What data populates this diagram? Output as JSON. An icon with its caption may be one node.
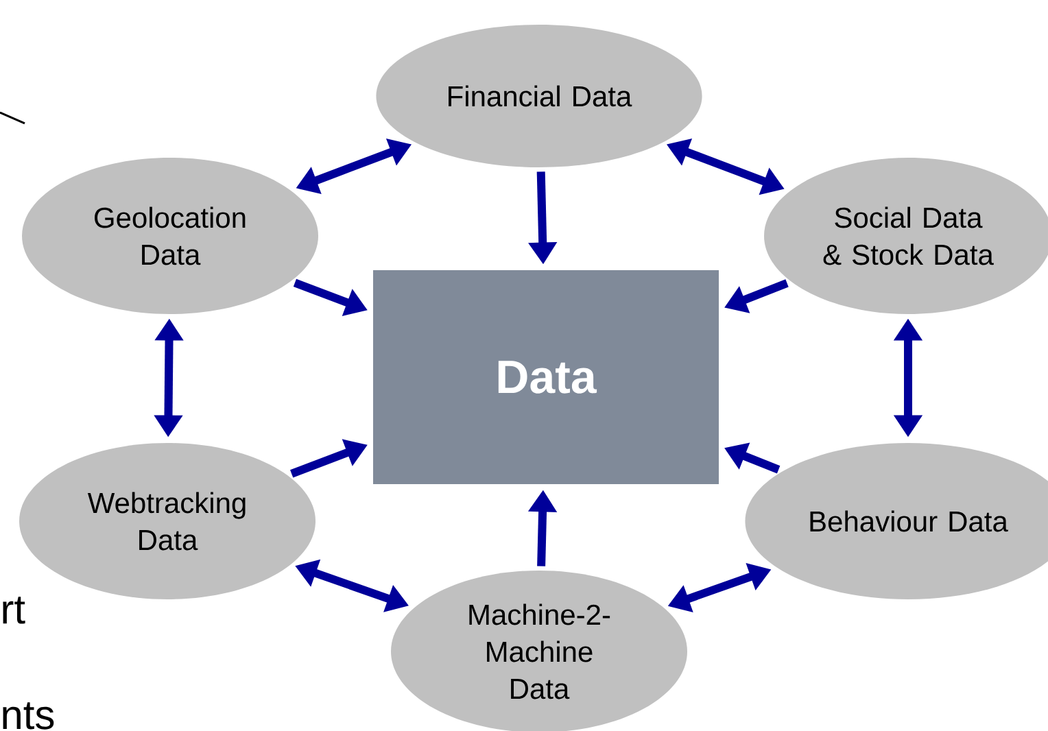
{
  "diagram": {
    "nodes": [
      {
        "text": [
          "Financial Data"
        ]
      },
      {
        "text": [
          "Geolocation Data"
        ]
      },
      {
        "text": [
          "Social Data & Stock Data"
        ]
      },
      {
        "text": [
          "Data"
        ]
      },
      {
        "text": [
          "Webtracking Data"
        ]
      },
      {
        "text": [
          "Behaviour Data"
        ]
      },
      {
        "text": [
          "Machine-2- Machine Data"
        ]
      }
    ],
    "edges": [
      {
        "from": 0,
        "to": 3,
        "arrow": "to"
      },
      {
        "from": 1,
        "to": 3,
        "arrow": "to"
      },
      {
        "from": 2,
        "to": 3,
        "arrow": "to"
      },
      {
        "from": 4,
        "to": 3,
        "arrow": "to"
      },
      {
        "from": 5,
        "to": 3,
        "arrow": "to"
      },
      {
        "from": 6,
        "to": 3,
        "arrow": "to"
      },
      {
        "from": 0,
        "to": 1,
        "arrow": "both"
      },
      {
        "from": 0,
        "to": 2,
        "arrow": "both"
      },
      {
        "from": 1,
        "to": 4,
        "arrow": "both"
      },
      {
        "from": 2,
        "to": 5,
        "arrow": "both"
      },
      {
        "from": 4,
        "to": 6,
        "arrow": "both"
      },
      {
        "from": 6,
        "to": 5,
        "arrow": "both"
      }
    ],
    "labels": [
      "rt",
      "nts"
    ]
  }
}
